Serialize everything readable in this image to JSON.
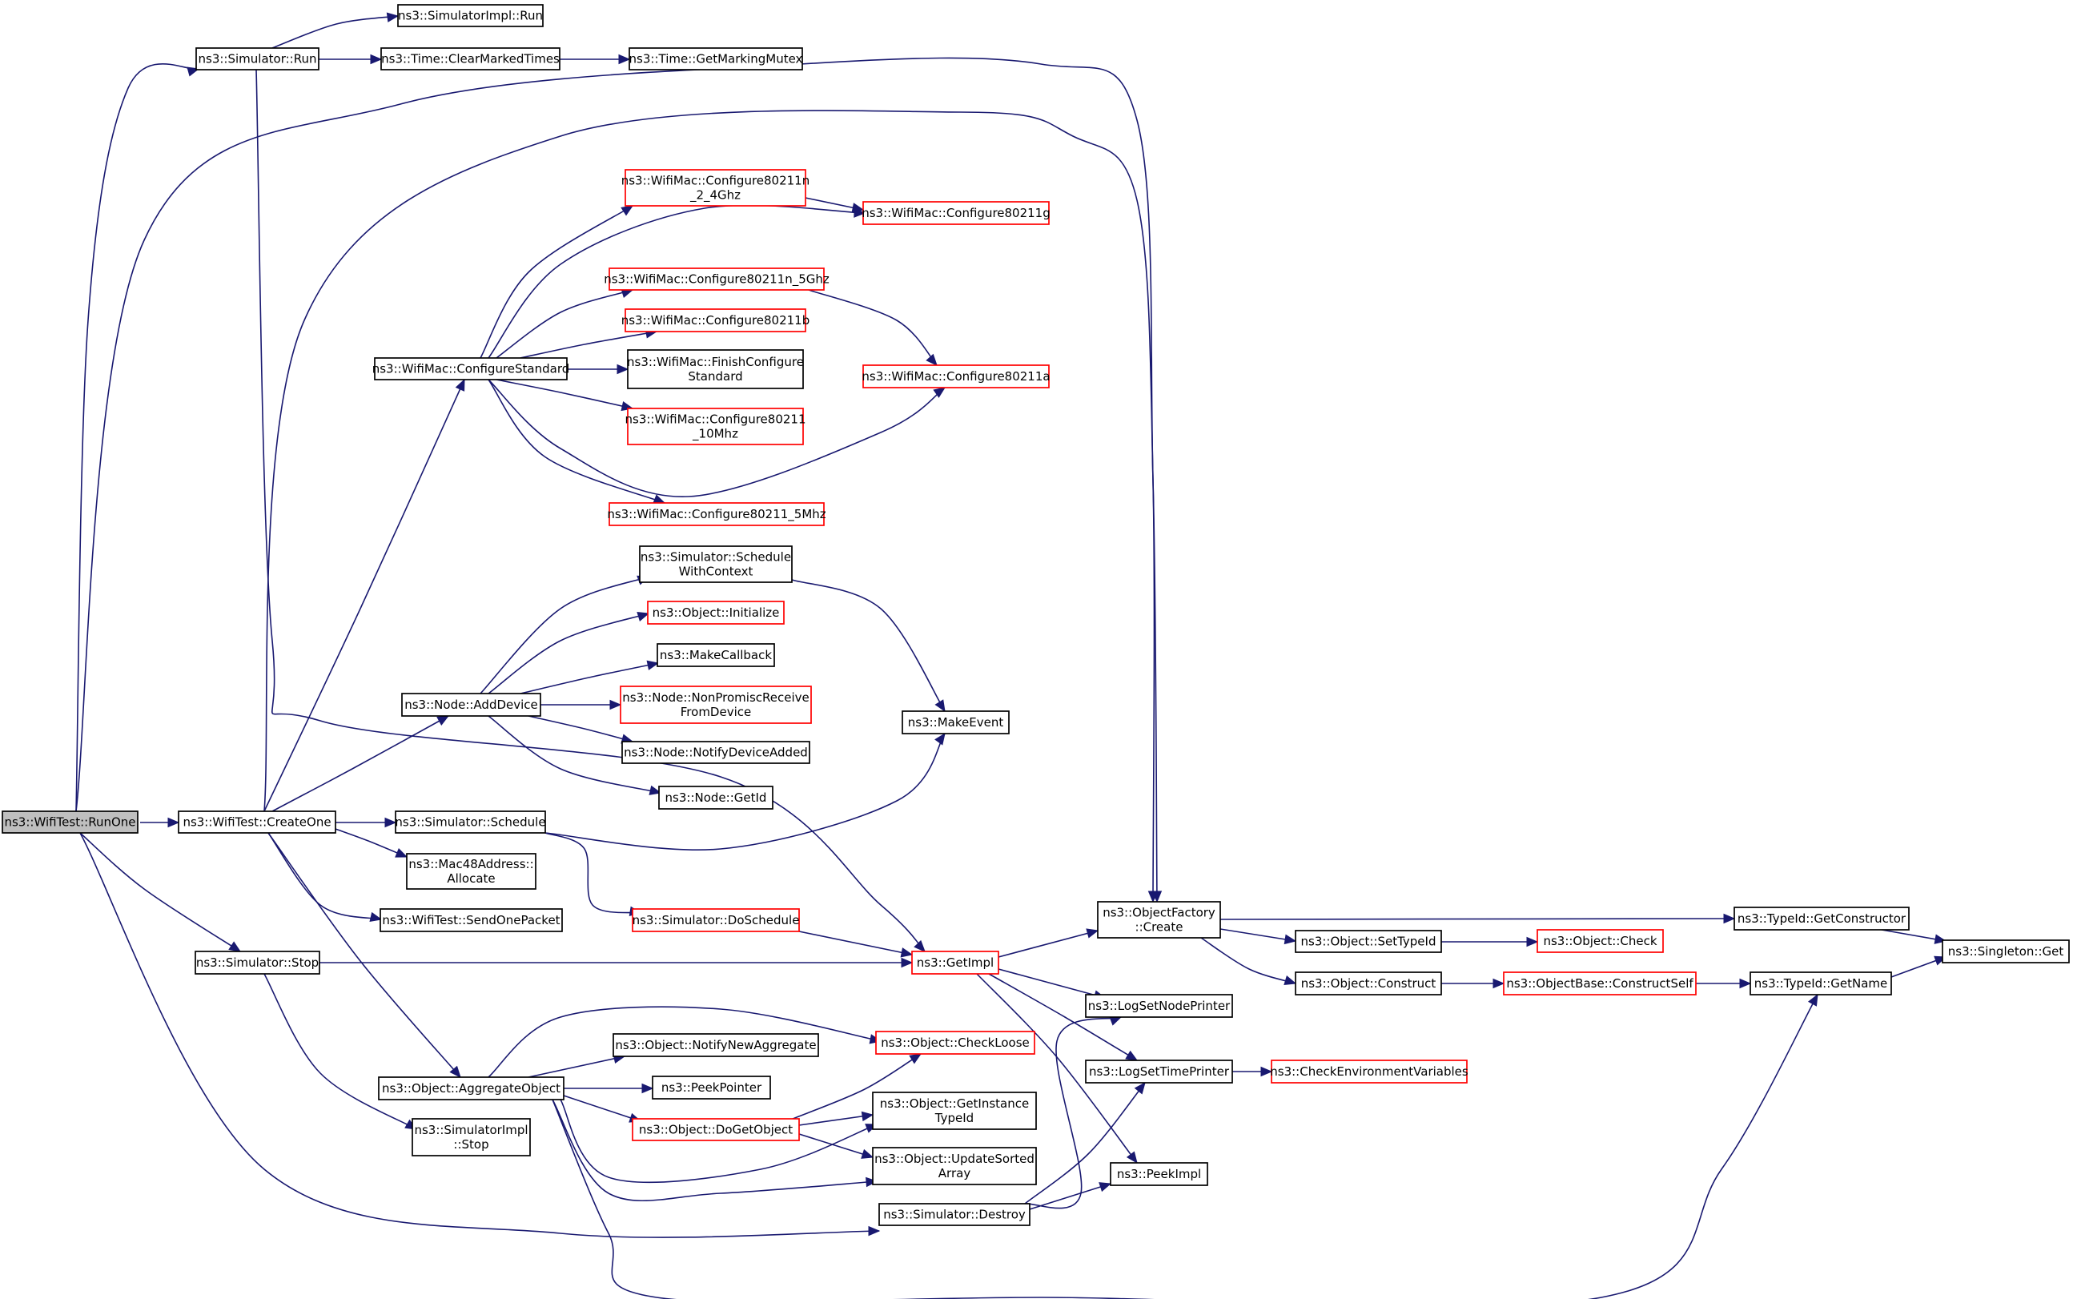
{
  "colors": {
    "edge": "#191970",
    "node_border": "#000000",
    "node_border_truncated": "#ff0000",
    "root_fill": "#bfbfbf"
  },
  "nodes": [
    {
      "id": "runone",
      "lines": [
        "ns3::WifiTest::RunOne"
      ],
      "border": "black",
      "root": true
    },
    {
      "id": "sim_run",
      "lines": [
        "ns3::Simulator::Run"
      ],
      "border": "black"
    },
    {
      "id": "simimpl_run",
      "lines": [
        "ns3::SimulatorImpl::Run"
      ],
      "border": "black"
    },
    {
      "id": "clearmarked",
      "lines": [
        "ns3::Time::ClearMarkedTimes"
      ],
      "border": "black"
    },
    {
      "id": "markingmutex",
      "lines": [
        "ns3::Time::GetMarkingMutex"
      ],
      "border": "black"
    },
    {
      "id": "cfg_n24",
      "lines": [
        "ns3::WifiMac::Configure80211n",
        "_2_4Ghz"
      ],
      "border": "red"
    },
    {
      "id": "cfg_g",
      "lines": [
        "ns3::WifiMac::Configure80211g"
      ],
      "border": "red"
    },
    {
      "id": "cfg_n5",
      "lines": [
        "ns3::WifiMac::Configure80211n_5Ghz"
      ],
      "border": "red"
    },
    {
      "id": "cfg_b",
      "lines": [
        "ns3::WifiMac::Configure80211b"
      ],
      "border": "red"
    },
    {
      "id": "finishcfg",
      "lines": [
        "ns3::WifiMac::FinishConfigure",
        "Standard"
      ],
      "border": "black"
    },
    {
      "id": "cfg_a",
      "lines": [
        "ns3::WifiMac::Configure80211a"
      ],
      "border": "red"
    },
    {
      "id": "cfgstd",
      "lines": [
        "ns3::WifiMac::ConfigureStandard"
      ],
      "border": "black"
    },
    {
      "id": "cfg_10",
      "lines": [
        "ns3::WifiMac::Configure80211",
        "_10Mhz"
      ],
      "border": "red"
    },
    {
      "id": "cfg_5",
      "lines": [
        "ns3::WifiMac::Configure80211_5Mhz"
      ],
      "border": "red"
    },
    {
      "id": "schedctx",
      "lines": [
        "ns3::Simulator::Schedule",
        "WithContext"
      ],
      "border": "black"
    },
    {
      "id": "objinit",
      "lines": [
        "ns3::Object::Initialize"
      ],
      "border": "red"
    },
    {
      "id": "makecb",
      "lines": [
        "ns3::MakeCallback"
      ],
      "border": "black"
    },
    {
      "id": "nonpromisc",
      "lines": [
        "ns3::Node::NonPromiscReceive",
        "FromDevice"
      ],
      "border": "red"
    },
    {
      "id": "adddevice",
      "lines": [
        "ns3::Node::AddDevice"
      ],
      "border": "black"
    },
    {
      "id": "makeevent",
      "lines": [
        "ns3::MakeEvent"
      ],
      "border": "black"
    },
    {
      "id": "notifyadded",
      "lines": [
        "ns3::Node::NotifyDeviceAdded"
      ],
      "border": "black"
    },
    {
      "id": "getid",
      "lines": [
        "ns3::Node::GetId"
      ],
      "border": "black"
    },
    {
      "id": "createone",
      "lines": [
        "ns3::WifiTest::CreateOne"
      ],
      "border": "black"
    },
    {
      "id": "schedule",
      "lines": [
        "ns3::Simulator::Schedule"
      ],
      "border": "black"
    },
    {
      "id": "mac48",
      "lines": [
        "ns3::Mac48Address::",
        "Allocate"
      ],
      "border": "black"
    },
    {
      "id": "sendone",
      "lines": [
        "ns3::WifiTest::SendOnePacket"
      ],
      "border": "black"
    },
    {
      "id": "doschedule",
      "lines": [
        "ns3::Simulator::DoSchedule"
      ],
      "border": "red"
    },
    {
      "id": "objfactory",
      "lines": [
        "ns3::ObjectFactory",
        "::Create"
      ],
      "border": "black"
    },
    {
      "id": "settypeid",
      "lines": [
        "ns3::Object::SetTypeId"
      ],
      "border": "black"
    },
    {
      "id": "objcheck",
      "lines": [
        "ns3::Object::Check"
      ],
      "border": "red"
    },
    {
      "id": "getctor",
      "lines": [
        "ns3::TypeId::GetConstructor"
      ],
      "border": "black"
    },
    {
      "id": "singleton",
      "lines": [
        "ns3::Singleton::Get"
      ],
      "border": "black"
    },
    {
      "id": "sim_stop",
      "lines": [
        "ns3::Simulator::Stop"
      ],
      "border": "black"
    },
    {
      "id": "getimpl",
      "lines": [
        "ns3::GetImpl"
      ],
      "border": "red"
    },
    {
      "id": "construct",
      "lines": [
        "ns3::Object::Construct"
      ],
      "border": "black"
    },
    {
      "id": "constructself",
      "lines": [
        "ns3::ObjectBase::ConstructSelf"
      ],
      "border": "red"
    },
    {
      "id": "getname",
      "lines": [
        "ns3::TypeId::GetName"
      ],
      "border": "black"
    },
    {
      "id": "lognode",
      "lines": [
        "ns3::LogSetNodePrinter"
      ],
      "border": "black"
    },
    {
      "id": "notifyaggr",
      "lines": [
        "ns3::Object::NotifyNewAggregate"
      ],
      "border": "black"
    },
    {
      "id": "checkloose",
      "lines": [
        "ns3::Object::CheckLoose"
      ],
      "border": "red"
    },
    {
      "id": "logtime",
      "lines": [
        "ns3::LogSetTimePrinter"
      ],
      "border": "black"
    },
    {
      "id": "checkenv",
      "lines": [
        "ns3::CheckEnvironmentVariables"
      ],
      "border": "red"
    },
    {
      "id": "aggregate",
      "lines": [
        "ns3::Object::AggregateObject"
      ],
      "border": "black"
    },
    {
      "id": "peekptr",
      "lines": [
        "ns3::PeekPointer"
      ],
      "border": "black"
    },
    {
      "id": "getinsttid",
      "lines": [
        "ns3::Object::GetInstance",
        "TypeId"
      ],
      "border": "black"
    },
    {
      "id": "dogetobj",
      "lines": [
        "ns3::Object::DoGetObject"
      ],
      "border": "red"
    },
    {
      "id": "simimpl_stop",
      "lines": [
        "ns3::SimulatorImpl",
        "::Stop"
      ],
      "border": "black"
    },
    {
      "id": "updatesorted",
      "lines": [
        "ns3::Object::UpdateSorted",
        "Array"
      ],
      "border": "black"
    },
    {
      "id": "peekimpl",
      "lines": [
        "ns3::PeekImpl"
      ],
      "border": "black"
    },
    {
      "id": "destroy",
      "lines": [
        "ns3::Simulator::Destroy"
      ],
      "border": "black"
    }
  ],
  "edges": [
    [
      "runone",
      "sim_run"
    ],
    [
      "runone",
      "objfactory"
    ],
    [
      "runone",
      "createone"
    ],
    [
      "runone",
      "sim_stop"
    ],
    [
      "runone",
      "destroy"
    ],
    [
      "sim_run",
      "simimpl_run"
    ],
    [
      "sim_run",
      "clearmarked"
    ],
    [
      "sim_run",
      "getimpl"
    ],
    [
      "clearmarked",
      "markingmutex"
    ],
    [
      "createone",
      "objfactory"
    ],
    [
      "createone",
      "cfgstd"
    ],
    [
      "createone",
      "adddevice"
    ],
    [
      "createone",
      "schedule"
    ],
    [
      "createone",
      "mac48"
    ],
    [
      "createone",
      "sendone"
    ],
    [
      "createone",
      "aggregate"
    ],
    [
      "cfgstd",
      "cfg_n24"
    ],
    [
      "cfgstd",
      "cfg_g"
    ],
    [
      "cfgstd",
      "cfg_n5"
    ],
    [
      "cfgstd",
      "cfg_b"
    ],
    [
      "cfgstd",
      "finishcfg"
    ],
    [
      "cfgstd",
      "cfg_a"
    ],
    [
      "cfgstd",
      "cfg_10"
    ],
    [
      "cfgstd",
      "cfg_5"
    ],
    [
      "cfg_n24",
      "cfg_g"
    ],
    [
      "cfg_n5",
      "cfg_a"
    ],
    [
      "adddevice",
      "schedctx"
    ],
    [
      "adddevice",
      "objinit"
    ],
    [
      "adddevice",
      "makecb"
    ],
    [
      "adddevice",
      "nonpromisc"
    ],
    [
      "adddevice",
      "notifyadded"
    ],
    [
      "adddevice",
      "getid"
    ],
    [
      "schedctx",
      "makeevent"
    ],
    [
      "schedule",
      "makeevent"
    ],
    [
      "schedule",
      "doschedule"
    ],
    [
      "doschedule",
      "getimpl"
    ],
    [
      "sim_stop",
      "getimpl"
    ],
    [
      "sim_stop",
      "simimpl_stop"
    ],
    [
      "getimpl",
      "objfactory"
    ],
    [
      "getimpl",
      "lognode"
    ],
    [
      "getimpl",
      "logtime"
    ],
    [
      "getimpl",
      "peekimpl"
    ],
    [
      "objfactory",
      "settypeid"
    ],
    [
      "objfactory",
      "construct"
    ],
    [
      "objfactory",
      "getctor"
    ],
    [
      "settypeid",
      "objcheck"
    ],
    [
      "construct",
      "constructself"
    ],
    [
      "constructself",
      "getname"
    ],
    [
      "getctor",
      "singleton"
    ],
    [
      "getname",
      "singleton"
    ],
    [
      "logtime",
      "checkenv"
    ],
    [
      "aggregate",
      "notifyaggr"
    ],
    [
      "aggregate",
      "checkloose"
    ],
    [
      "aggregate",
      "peekptr"
    ],
    [
      "aggregate",
      "dogetobj"
    ],
    [
      "aggregate",
      "getinsttid"
    ],
    [
      "aggregate",
      "updatesorted"
    ],
    [
      "aggregate",
      "getname"
    ],
    [
      "dogetobj",
      "checkloose"
    ],
    [
      "dogetobj",
      "getinsttid"
    ],
    [
      "dogetobj",
      "updatesorted"
    ],
    [
      "destroy",
      "lognode"
    ],
    [
      "destroy",
      "logtime"
    ],
    [
      "destroy",
      "peekimpl"
    ]
  ]
}
